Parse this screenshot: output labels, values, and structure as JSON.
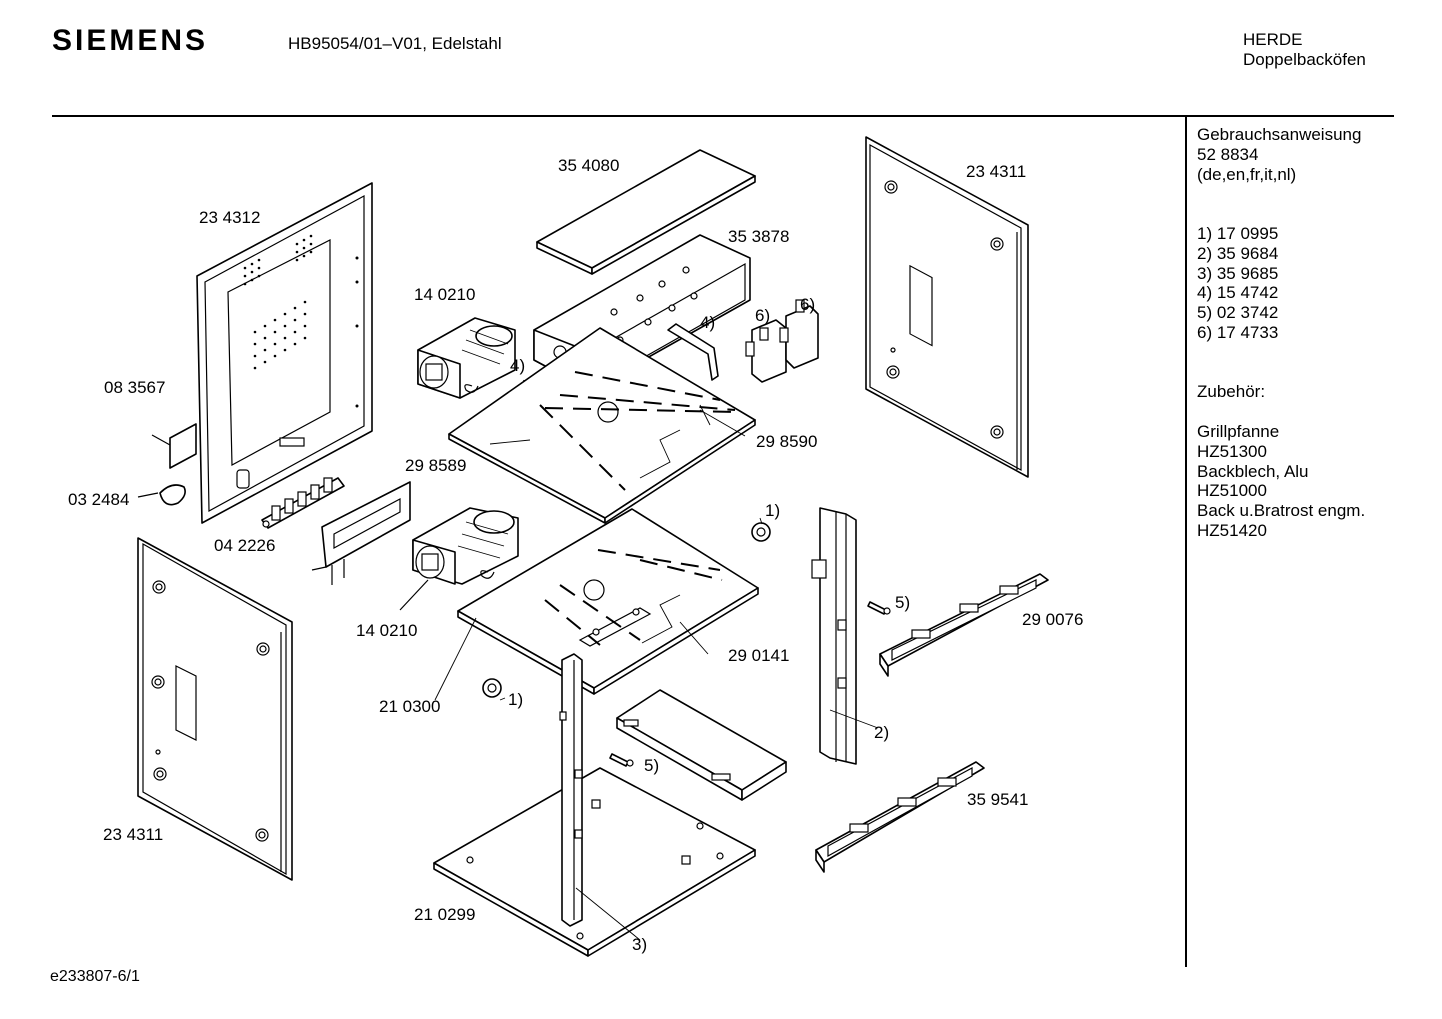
{
  "header": {
    "brand": "SIEMENS",
    "model": "HB95054/01–V01, Edelstahl",
    "category_line1": "HERDE",
    "category_line2": "Doppelbacköfen"
  },
  "sidebar": {
    "manual_title": "Gebrauchsanweisung",
    "manual_number": "52 8834",
    "manual_languages": "(de,en,fr,it,nl)",
    "footnotes": [
      "1) 17 0995",
      "2) 35 9684",
      "3) 35 9685",
      "4) 15 4742",
      "5) 02 3742",
      "6) 17 4733"
    ],
    "accessories_title": "Zubehör:",
    "accessories": [
      "Grillpfanne",
      "HZ51300",
      "Backblech, Alu",
      "HZ51000",
      "Back u.Bratrost engm.",
      "HZ51420"
    ]
  },
  "labels": {
    "p354080": "35 4080",
    "p234311_top": "23 4311",
    "p234312": "23 4312",
    "p353878": "35 3878",
    "p140210_top": "14 0210",
    "ref4_a": "4)",
    "ref6_a": "6)",
    "ref6_b": "6)",
    "ref4_b": "4)",
    "p083567": "08 3567",
    "p298590": "29 8590",
    "p298589": "29 8589",
    "p032484": "03 2484",
    "ref1_a": "1)",
    "p042226": "04 2226",
    "ref5_a": "5)",
    "p290076": "29 0076",
    "p140210_bottom": "14 0210",
    "p290141": "29 0141",
    "ref1_b": "1)",
    "p210300": "21 0300",
    "ref2": "2)",
    "ref5_b": "5)",
    "p359541": "35 9541",
    "p234311_bottom": "23 4311",
    "p210299": "21 0299",
    "ref3": "3)"
  },
  "footer": {
    "code": "e233807-6/1"
  }
}
